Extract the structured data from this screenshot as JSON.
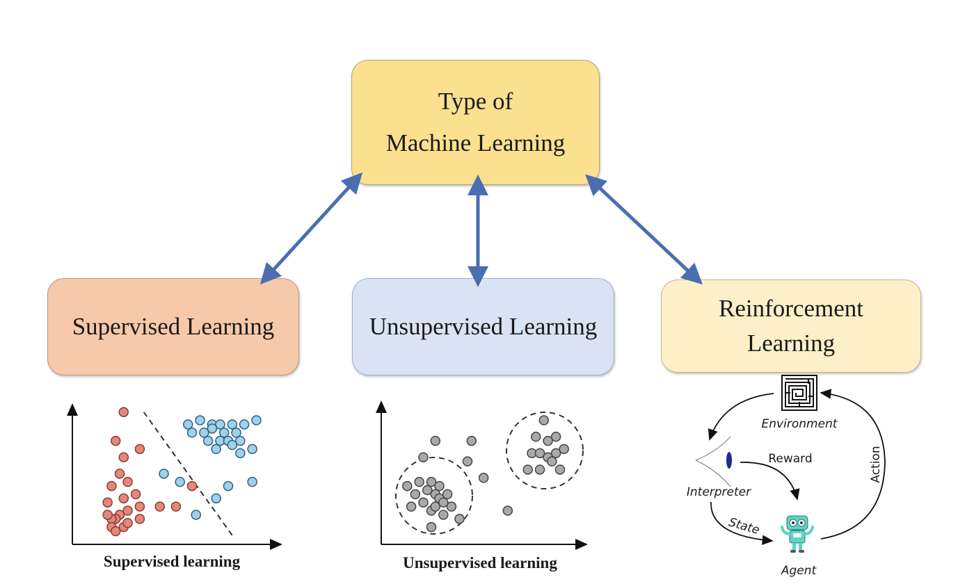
{
  "root": {
    "line1": "Type of",
    "line2": "Machine Learning"
  },
  "supervised": {
    "title": "Supervised Learning",
    "caption": "Supervised learning",
    "red_points": [
      [
        8,
        23
      ],
      [
        10,
        30
      ],
      [
        10,
        19
      ],
      [
        9,
        15
      ],
      [
        14,
        21
      ],
      [
        11,
        13
      ],
      [
        7,
        12
      ],
      [
        6,
        8
      ],
      [
        10,
        9
      ],
      [
        13,
        10
      ],
      [
        14,
        7
      ],
      [
        11,
        6
      ],
      [
        9,
        5
      ],
      [
        8,
        4
      ],
      [
        7,
        4
      ],
      [
        6,
        5
      ],
      [
        7,
        2
      ],
      [
        8,
        1
      ],
      [
        10,
        2
      ],
      [
        14,
        4
      ],
      [
        11,
        3
      ],
      [
        19,
        7
      ],
      [
        23,
        7
      ],
      [
        27,
        12
      ]
    ],
    "blue_points": [
      [
        26,
        27
      ],
      [
        29,
        28
      ],
      [
        32,
        27
      ],
      [
        34,
        27
      ],
      [
        37,
        27
      ],
      [
        40,
        27
      ],
      [
        43,
        28
      ],
      [
        27,
        25
      ],
      [
        30,
        25
      ],
      [
        32,
        26
      ],
      [
        35,
        25
      ],
      [
        38,
        25
      ],
      [
        31,
        23
      ],
      [
        34,
        23
      ],
      [
        36,
        23
      ],
      [
        39,
        23
      ],
      [
        33,
        21
      ],
      [
        37,
        22
      ],
      [
        42,
        21
      ],
      [
        39,
        20
      ],
      [
        20,
        15
      ],
      [
        24,
        13
      ],
      [
        36,
        12
      ],
      [
        42,
        13
      ],
      [
        33,
        9
      ],
      [
        28,
        5
      ]
    ],
    "boundary": [
      [
        15,
        30
      ],
      [
        37,
        0
      ]
    ]
  },
  "unsupervised": {
    "title": "Unsupervised Learning",
    "caption": "Unsupervised learning",
    "points": [
      [
        10,
        23
      ],
      [
        19,
        23
      ],
      [
        7,
        19
      ],
      [
        18,
        18
      ],
      [
        22,
        14
      ],
      [
        28,
        6
      ],
      [
        3,
        12
      ],
      [
        5,
        10
      ],
      [
        6,
        13
      ],
      [
        9,
        13
      ],
      [
        11,
        12
      ],
      [
        13,
        10
      ],
      [
        8,
        11
      ],
      [
        10,
        10
      ],
      [
        11,
        9
      ],
      [
        12,
        8
      ],
      [
        14,
        7
      ],
      [
        7,
        8
      ],
      [
        4,
        7
      ],
      [
        9,
        6
      ],
      [
        10,
        7
      ],
      [
        12,
        5
      ],
      [
        16,
        4
      ],
      [
        9,
        2
      ],
      [
        37,
        28
      ],
      [
        35,
        24
      ],
      [
        38,
        23
      ],
      [
        40,
        24
      ],
      [
        34,
        20
      ],
      [
        36,
        20
      ],
      [
        38,
        19
      ],
      [
        40,
        20
      ],
      [
        42,
        21
      ],
      [
        39,
        18
      ],
      [
        33,
        16
      ],
      [
        36,
        16
      ],
      [
        41,
        16
      ]
    ]
  },
  "reinforcement": {
    "title_line1": "Reinforcement",
    "title_line2": "Learning",
    "environment": "Environment",
    "interpreter": "Interpreter",
    "agent": "Agent",
    "reward": "Reward",
    "state": "State",
    "action": "Action"
  },
  "colors": {
    "arrow": "#4a6fb0",
    "red_point": "#e4877c",
    "blue_point": "#9fd0ec",
    "gray_point": "#a9a9a9",
    "robot": "#5fd3c2"
  }
}
